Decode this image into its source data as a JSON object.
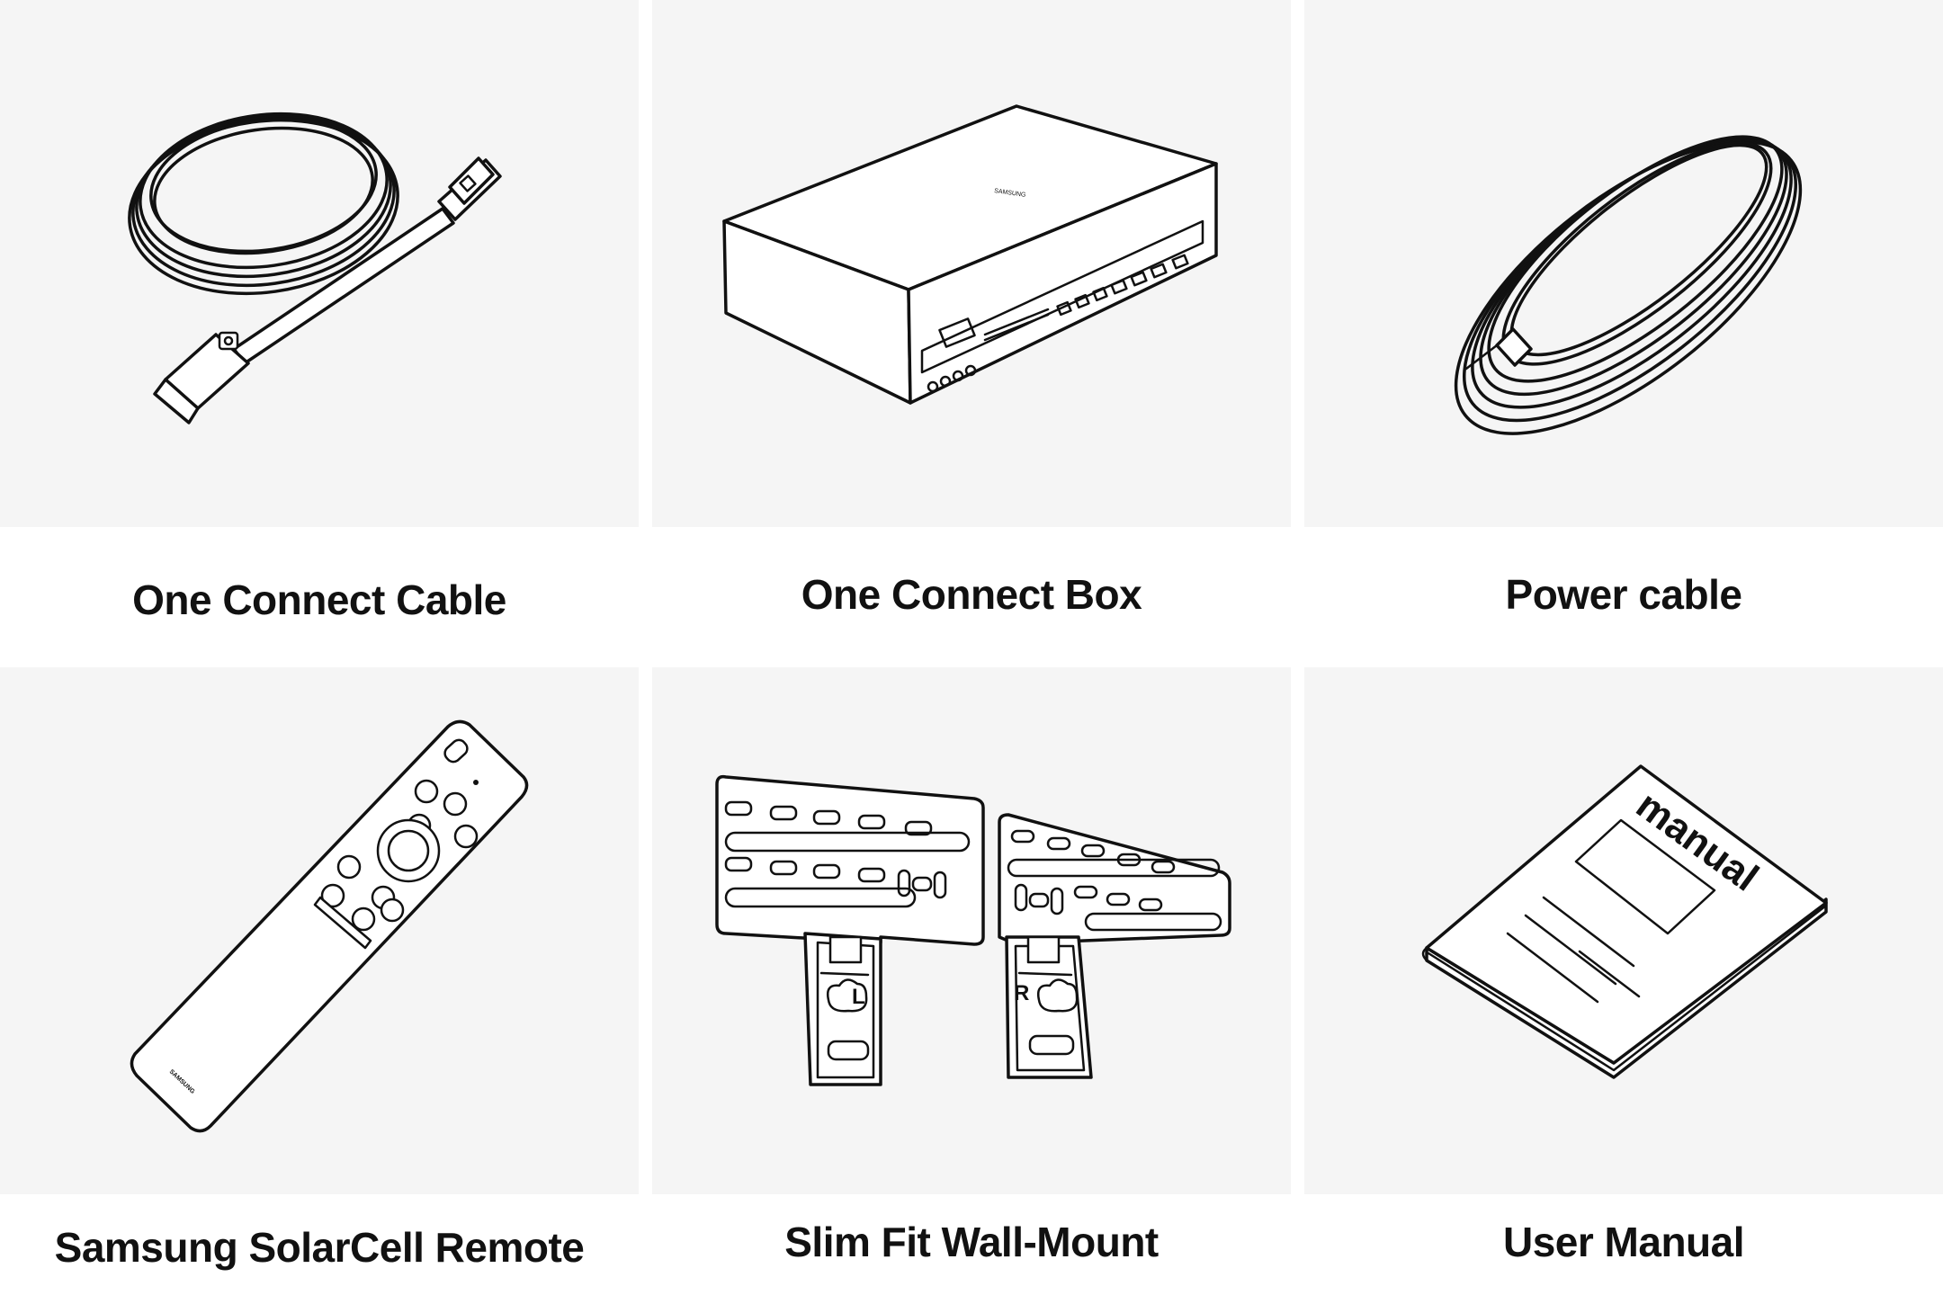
{
  "items": [
    {
      "label": "One Connect Cable",
      "icon": "cable-coil-icon"
    },
    {
      "label": "One Connect Box",
      "icon": "connect-box-icon"
    },
    {
      "label": "Power cable",
      "icon": "power-cable-icon"
    },
    {
      "label": "Samsung SolarCell Remote",
      "icon": "remote-control-icon"
    },
    {
      "label": "Slim Fit Wall-Mount",
      "icon": "wall-mount-icon"
    },
    {
      "label": "User Manual",
      "icon": "manual-book-icon"
    }
  ],
  "illustration_text": {
    "box_brand": "SAMSUNG",
    "remote_brand": "SAMSUNG",
    "mount_left": "L",
    "mount_right": "R",
    "manual_cover": "manual"
  },
  "colors": {
    "panel": "#f5f5f5",
    "background": "#ffffff",
    "ink": "#111111"
  }
}
